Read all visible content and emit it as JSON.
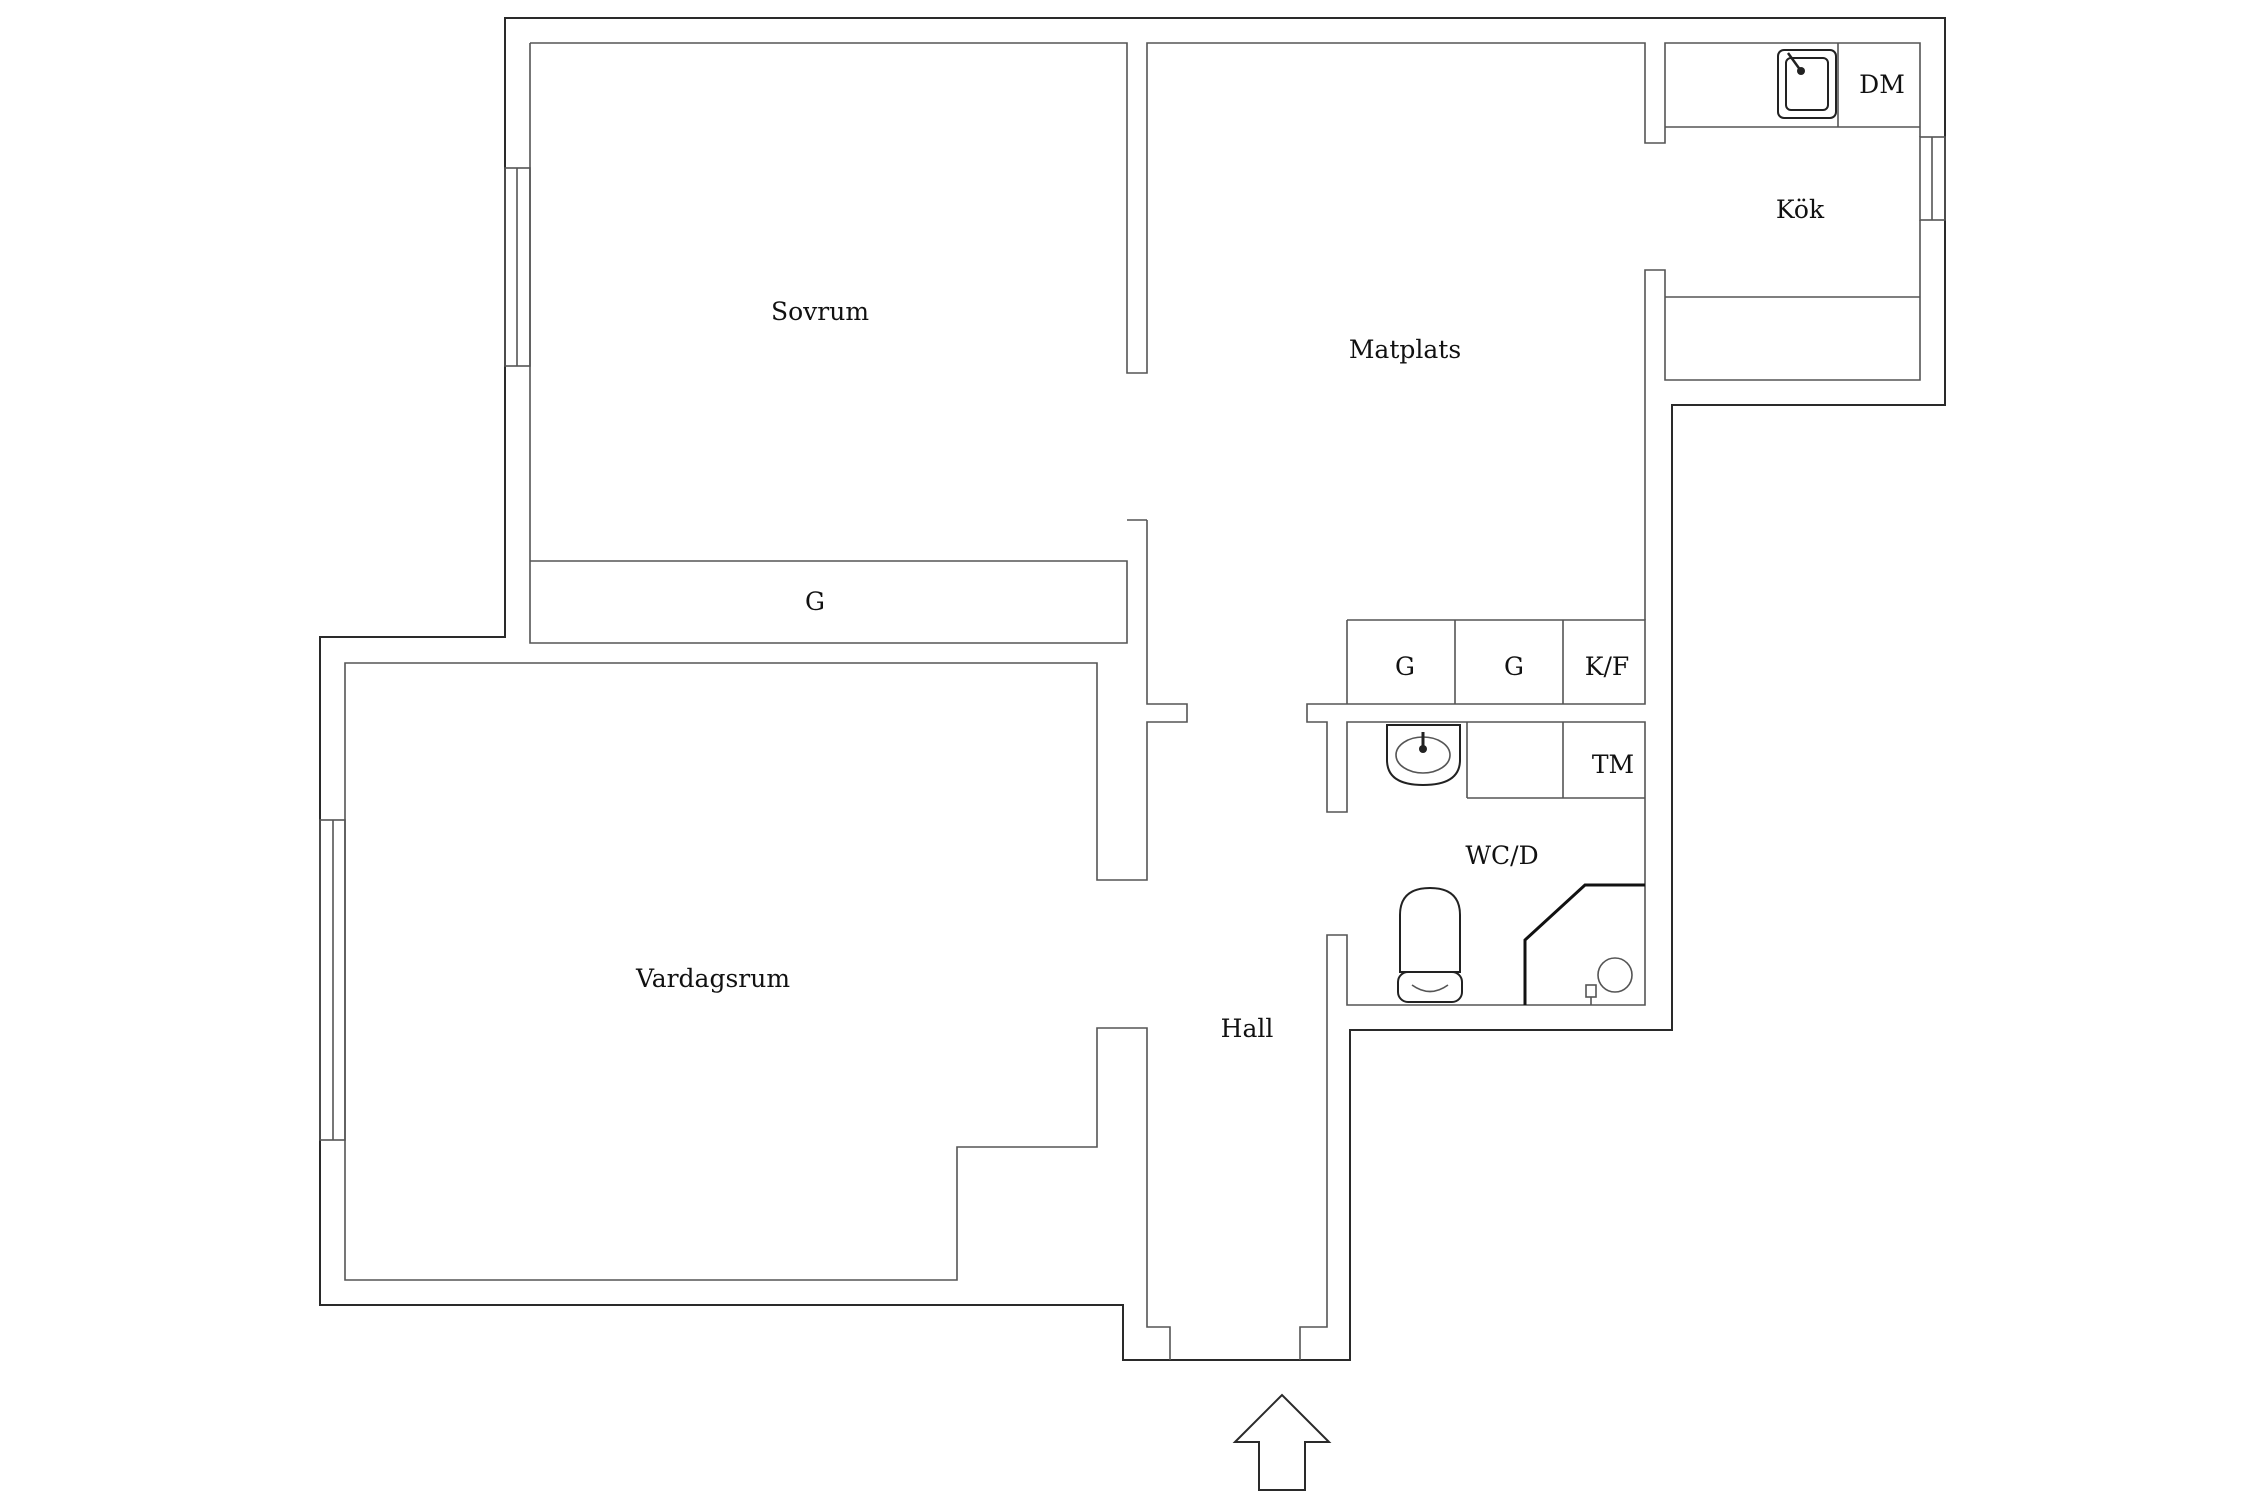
{
  "rooms": {
    "sovrum": "Sovrum",
    "matplats": "Matplats",
    "kok": "Kök",
    "dm": "DM",
    "g_sovrum": "G",
    "g_hall_1": "G",
    "g_hall_2": "G",
    "kf": "K/F",
    "tm": "TM",
    "wcd": "WC/D",
    "vardagsrum": "Vardagsrum",
    "hall": "Hall"
  },
  "icons": {
    "entrance": "entrance-arrow-icon",
    "sink_kitchen": "kitchen-sink-icon",
    "washbasin": "washbasin-icon",
    "toilet": "toilet-icon",
    "shower": "shower-icon"
  },
  "colors": {
    "wall": "#2a2a2a",
    "background": "#ffffff"
  }
}
